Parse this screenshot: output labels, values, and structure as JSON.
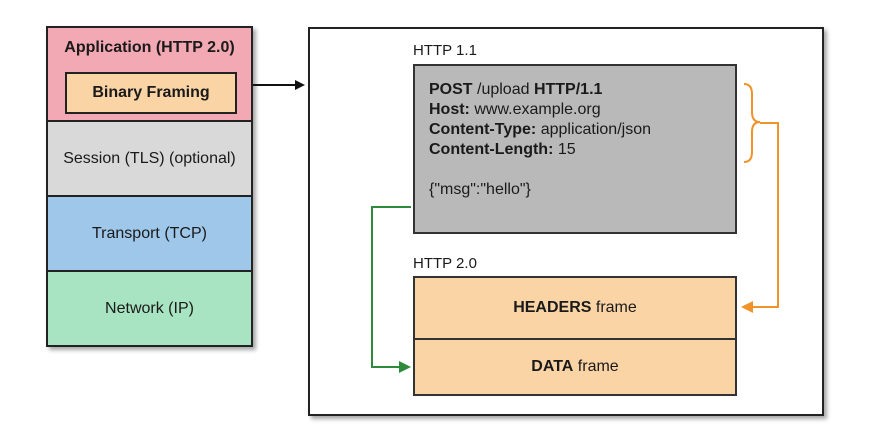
{
  "stack": {
    "application": "Application (HTTP 2.0)",
    "binary_framing": "Binary Framing",
    "session": "Session (TLS) (optional)",
    "transport": "Transport (TCP)",
    "network": "Network (IP)"
  },
  "http11": {
    "label": "HTTP 1.1",
    "request_line": {
      "method": "POST",
      "path": " /upload ",
      "version": "HTTP/1.1"
    },
    "headers": [
      {
        "name": "Host:",
        "value": " www.example.org"
      },
      {
        "name": "Content-Type:",
        "value": " application/json"
      },
      {
        "name": "Content-Length:",
        "value": " 15"
      }
    ],
    "body": "{\"msg\":\"hello\"}"
  },
  "http2": {
    "label": "HTTP 2.0",
    "headers_frame": {
      "bold": "HEADERS",
      "rest": " frame"
    },
    "data_frame": {
      "bold": "DATA",
      "rest": " frame"
    }
  },
  "colors": {
    "application": "#f3a9b3",
    "framing": "#fbd4a6",
    "session": "#d9d9d9",
    "transport": "#9ec7ea",
    "network": "#a8e3c2",
    "request_box": "#b9b9b9",
    "headers_arrow": "#f0932b",
    "data_arrow": "#2e8b3a"
  }
}
